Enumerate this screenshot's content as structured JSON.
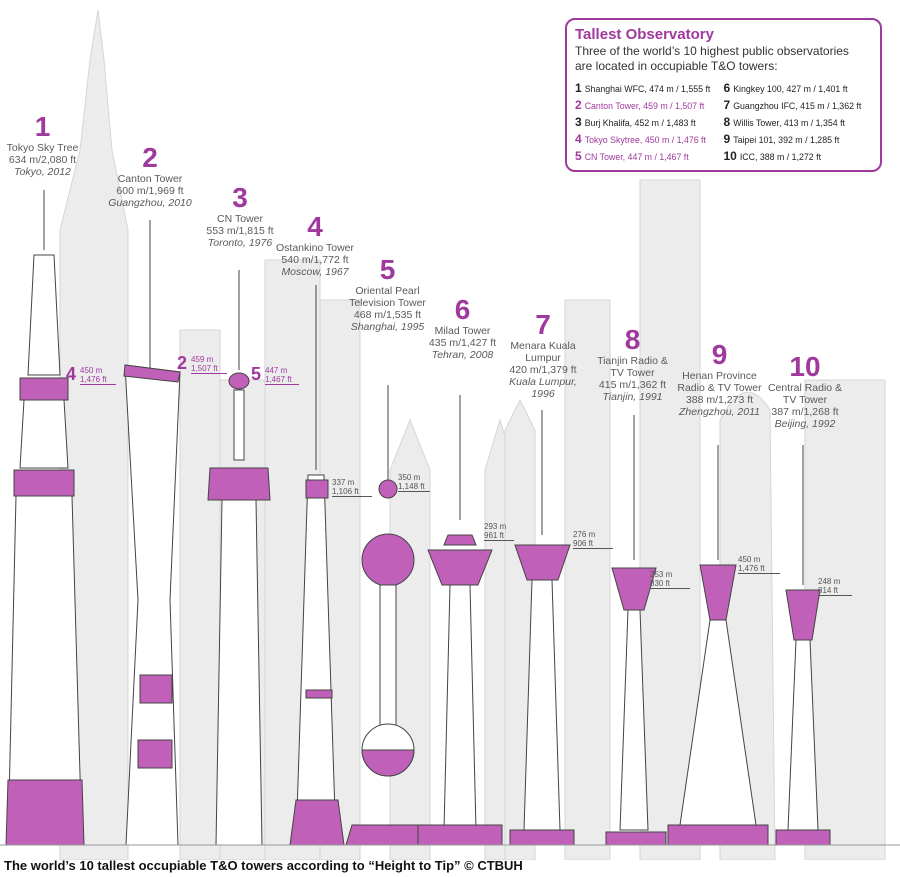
{
  "colors": {
    "accent": "#a0399d",
    "accent_fill": "#c060b8",
    "outline": "#444444",
    "background_buildings": "#e6e6e6"
  },
  "towers": [
    {
      "rank": "1",
      "name": "Tokyo Sky Tree",
      "height": "634 m/2,080 ft",
      "city": "Tokyo, 2012"
    },
    {
      "rank": "2",
      "name": "Canton Tower",
      "height": "600 m/1,969 ft",
      "city": "Guangzhou, 2010"
    },
    {
      "rank": "3",
      "name": "CN Tower",
      "height": "553 m/1,815 ft",
      "city": "Toronto, 1976"
    },
    {
      "rank": "4",
      "name": "Ostankino Tower",
      "height": "540 m/1,772 ft",
      "city": "Moscow, 1967"
    },
    {
      "rank": "5",
      "name": "Oriental Pearl Television Tower",
      "height": "468 m/1,535 ft",
      "city": "Shanghai, 1995"
    },
    {
      "rank": "6",
      "name": "Milad Tower",
      "height": "435 m/1,427 ft",
      "city": "Tehran, 2008"
    },
    {
      "rank": "7",
      "name": "Menara Kuala Lumpur",
      "height": "420 m/1,379 ft",
      "city": "Kuala Lumpur, 1996"
    },
    {
      "rank": "8",
      "name": "Tianjin Radio & TV Tower",
      "height": "415 m/1,362 ft",
      "city": "Tianjin, 1991"
    },
    {
      "rank": "9",
      "name": "Henan Province Radio & TV Tower",
      "height": "388 m/1,273 ft",
      "city": "Zhengzhou, 2011"
    },
    {
      "rank": "10",
      "name": "Central Radio & TV Tower",
      "height": "387 m/1,268 ft",
      "city": "Beijing, 1992"
    }
  ],
  "decks": [
    {
      "big": "4",
      "line1": "450 m",
      "line2": "1,476 ft",
      "highlight": true
    },
    {
      "big": "2",
      "line1": "459 m",
      "line2": "1,507 ft",
      "highlight": true
    },
    {
      "big": "5",
      "line1": "447 m",
      "line2": "1,467 ft",
      "highlight": true
    },
    {
      "big": "",
      "line1": "337 m",
      "line2": "1,106 ft",
      "highlight": false
    },
    {
      "big": "",
      "line1": "350 m",
      "line2": "1,148 ft",
      "highlight": false
    },
    {
      "big": "",
      "line1": "293 m",
      "line2": "961 ft",
      "highlight": false
    },
    {
      "big": "",
      "line1": "276 m",
      "line2": "906 ft",
      "highlight": false
    },
    {
      "big": "",
      "line1": "253 m",
      "line2": "830 ft",
      "highlight": false
    },
    {
      "big": "",
      "line1": "450 m",
      "line2": "1,476 ft",
      "highlight": false
    },
    {
      "big": "",
      "line1": "248 m",
      "line2": "814 ft",
      "highlight": false
    }
  ],
  "observatory": {
    "title": "Tallest Observatory",
    "subtitle_line1": "Three of the world’s 10 highest public observatories",
    "subtitle_line2": "are located in occupiable T&O towers:",
    "left": [
      {
        "n": "1",
        "text": "Shanghai WFC, 474 m / 1,555 ft",
        "highlight": false
      },
      {
        "n": "2",
        "text": "Canton Tower, 459 m / 1,507 ft",
        "highlight": true
      },
      {
        "n": "3",
        "text": "Burj Khalifa, 452 m / 1,483 ft",
        "highlight": false
      },
      {
        "n": "4",
        "text": "Tokyo Skytree, 450 m / 1,476 ft",
        "highlight": true
      },
      {
        "n": "5",
        "text": "CN Tower, 447 m / 1,467 ft",
        "highlight": true
      }
    ],
    "right": [
      {
        "n": "6",
        "text": "Kingkey 100, 427 m / 1,401 ft",
        "highlight": false
      },
      {
        "n": "7",
        "text": "Guangzhou IFC, 415 m / 1,362 ft",
        "highlight": false
      },
      {
        "n": "8",
        "text": "Willis Tower, 413 m / 1,354 ft",
        "highlight": false
      },
      {
        "n": "9",
        "text": "Taipei 101, 392 m / 1,285 ft",
        "highlight": false
      },
      {
        "n": "10",
        "text": "ICC, 388 m / 1,272 ft",
        "highlight": false
      }
    ]
  },
  "caption": "The world’s 10 tallest occupiable T&O towers according to “Height to Tip” © CTBUH"
}
